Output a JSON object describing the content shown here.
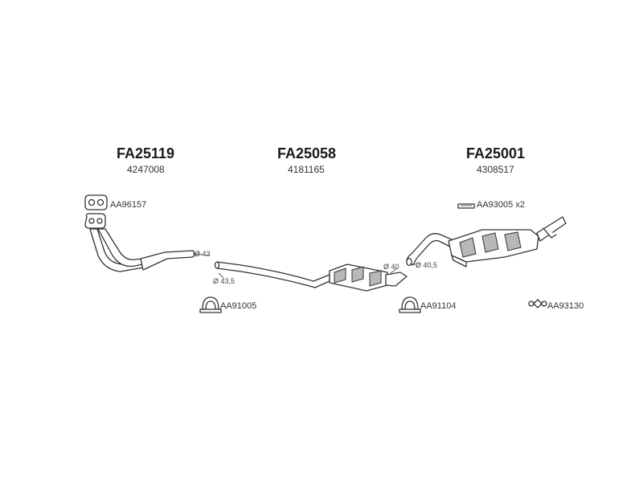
{
  "groups": [
    {
      "code": "FA25119",
      "number": "4247008"
    },
    {
      "code": "FA25058",
      "number": "4181165"
    },
    {
      "code": "FA25001",
      "number": "4308517"
    }
  ],
  "parts": {
    "gasket": "AA96157",
    "clamp_left": "AA91005",
    "clamp_right": "AA91104",
    "hanger": "AA93005 x2",
    "connector": "AA93130"
  },
  "dimensions": {
    "d43": "Ø 43",
    "d43_5": "Ø 43,5",
    "d40": "Ø 40",
    "d40_5": "Ø 40,5"
  },
  "colors": {
    "line": "#333333",
    "shade": "#b8b8b8"
  }
}
